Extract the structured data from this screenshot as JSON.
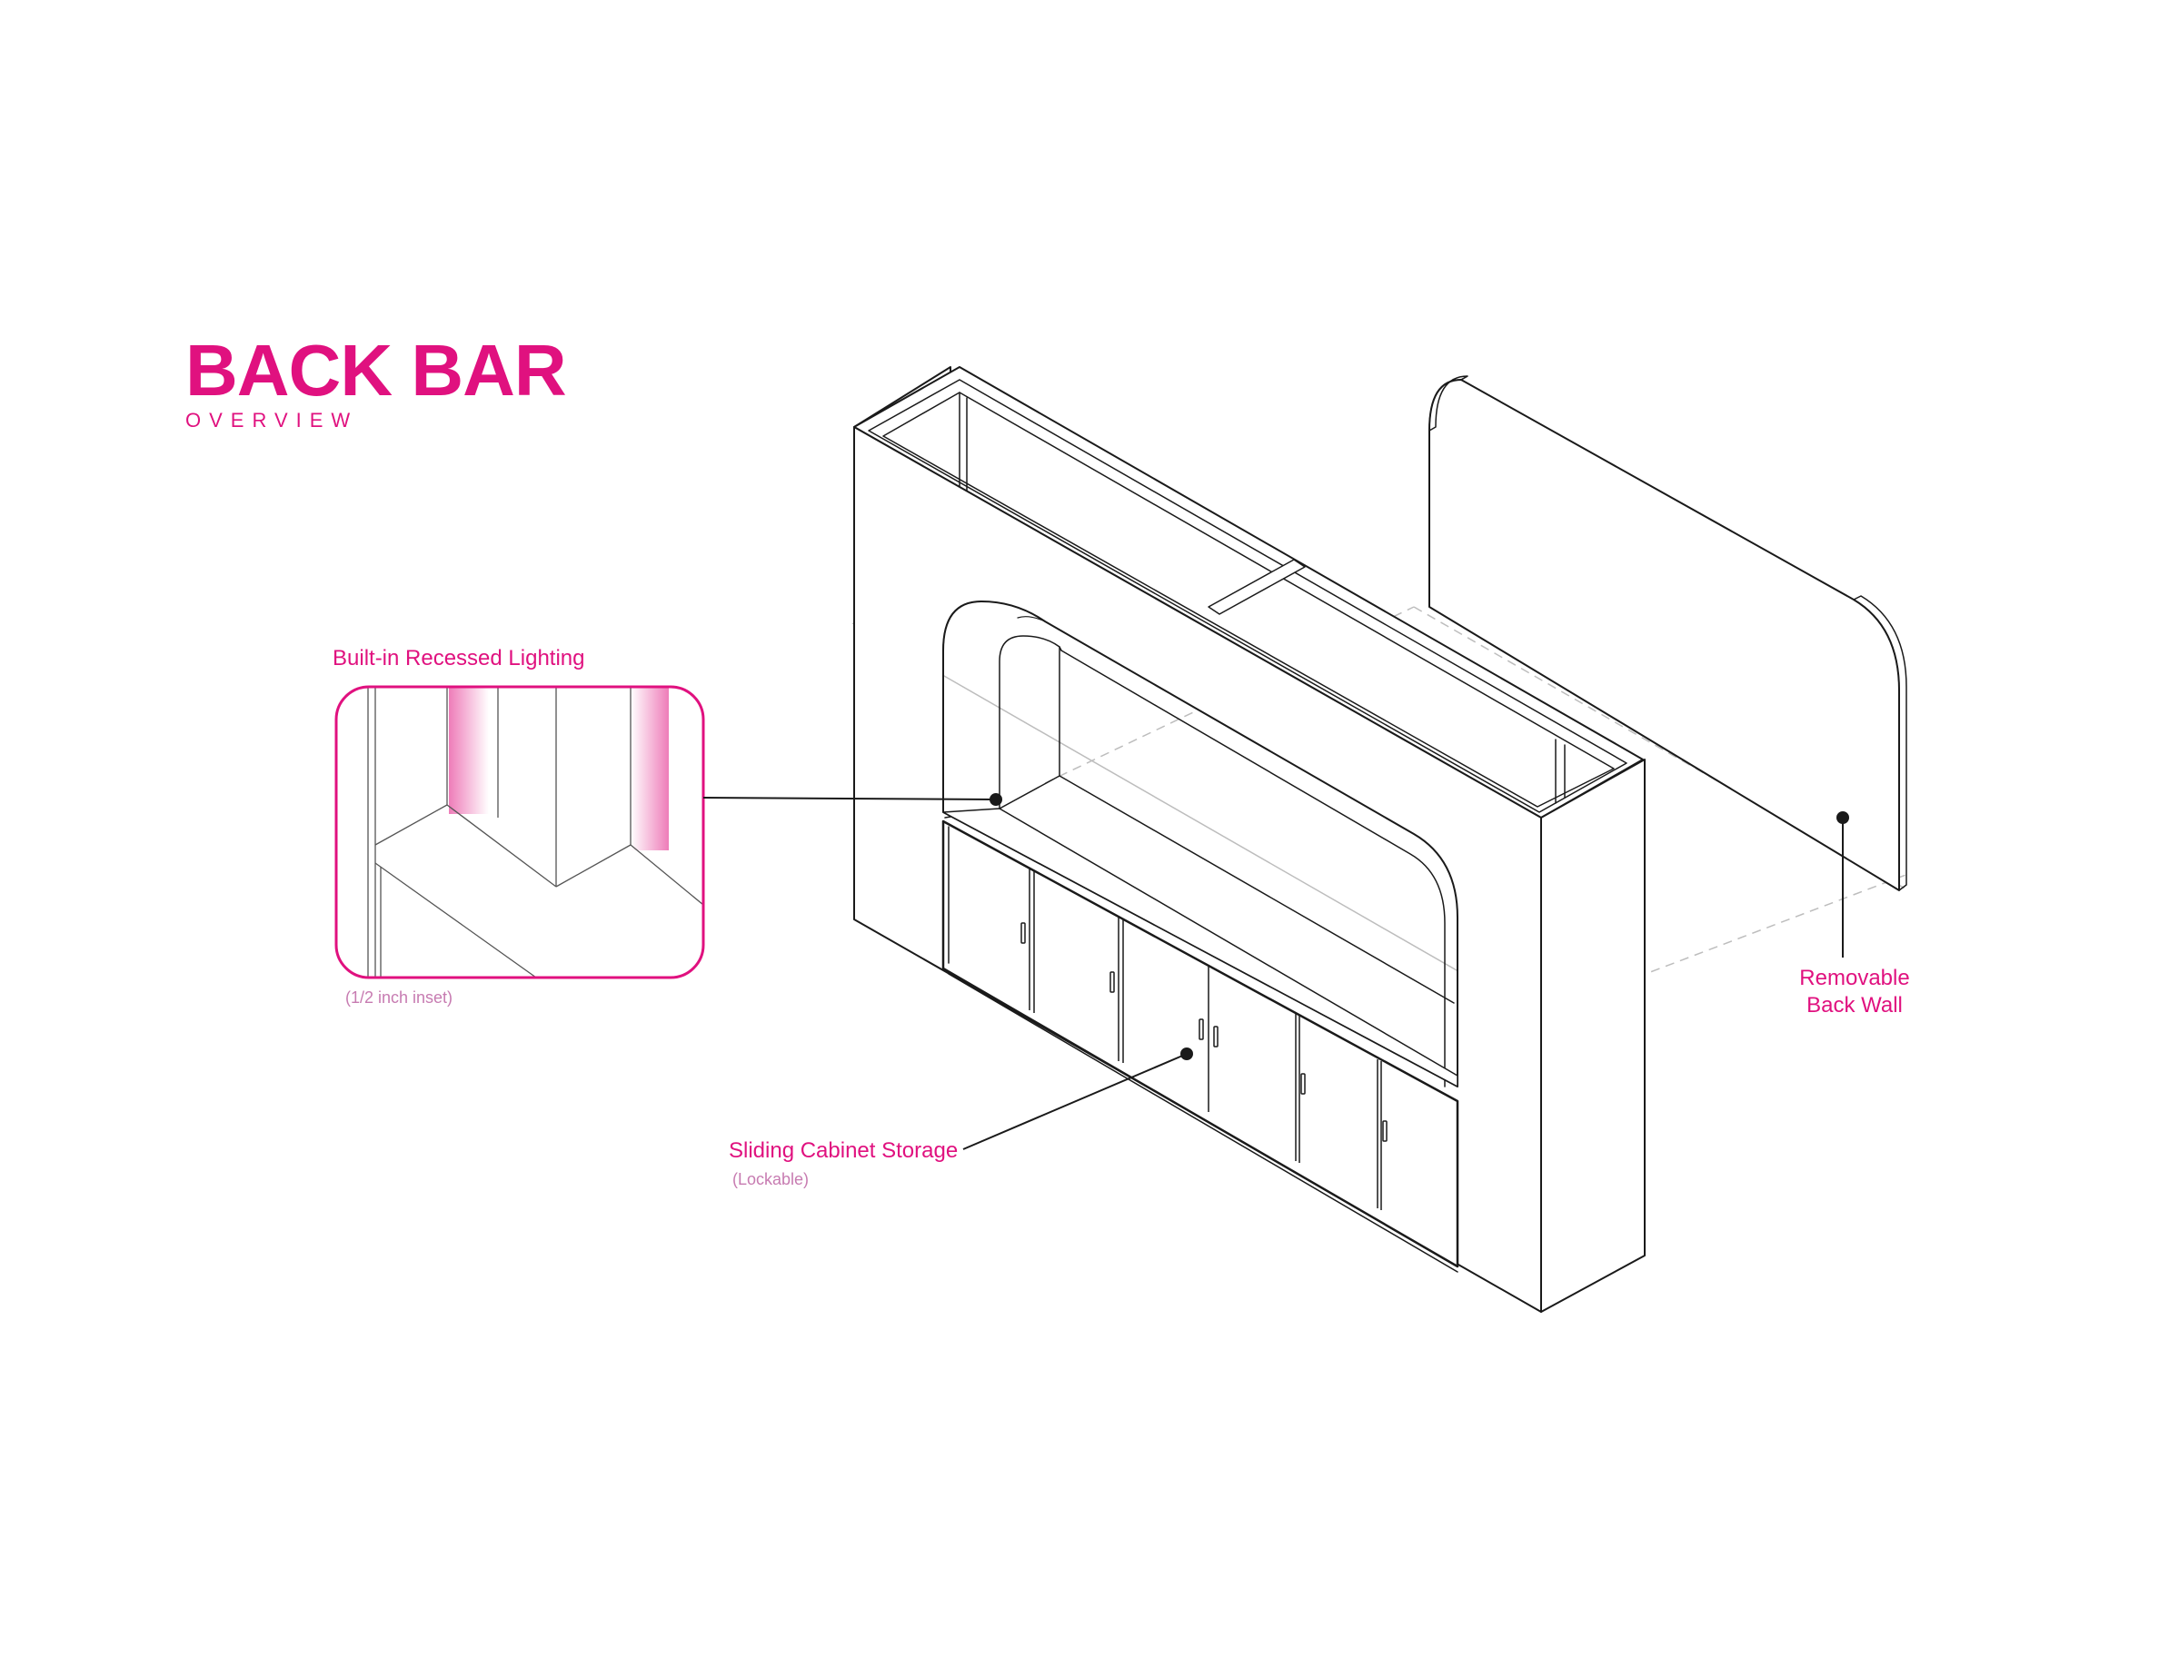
{
  "header": {
    "title": "BACK BAR",
    "subtitle": "OVERVIEW"
  },
  "callouts": {
    "lighting": {
      "label": "Built-in Recessed Lighting",
      "note": "(1/2 inch inset)"
    },
    "cabinet": {
      "label": "Sliding Cabinet Storage",
      "note": "(Lockable)"
    },
    "back_wall": {
      "line1": "Removable",
      "line2": "Back Wall"
    }
  },
  "colors": {
    "accent": "#e0117f",
    "note": "#c77bb1",
    "line": "#1a1a1a",
    "hidden_line": "#bdbdbd"
  }
}
